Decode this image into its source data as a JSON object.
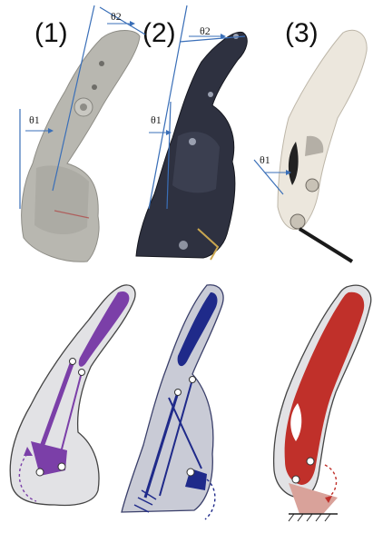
{
  "figure": {
    "panel_labels": [
      "(1)",
      "(2)",
      "(3)"
    ],
    "angle_labels": {
      "panel1": [
        "θ2",
        "θ1"
      ],
      "panel2": [
        "θ2",
        "θ1"
      ],
      "panel3": [
        "θ1"
      ]
    },
    "colors": {
      "background": "#ffffff",
      "photo1_finger": "#b8b7b0",
      "photo2_finger": "#2e3140",
      "photo3_finger": "#ece7dd",
      "angle_line": "#3a6fb8",
      "purple_linkage": "#7b3fa8",
      "blue_linkage": "#1f2a8a",
      "red_linkage": "#c0302a",
      "shell_fill": "#e2e2e5",
      "shell_outline": "#444444"
    }
  }
}
